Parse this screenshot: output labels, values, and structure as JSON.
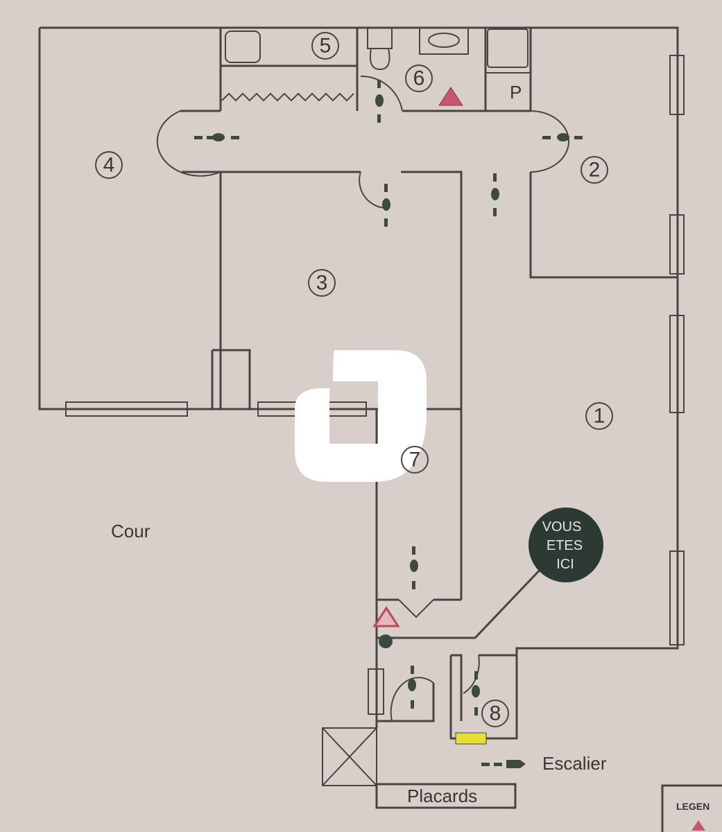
{
  "plan": {
    "rooms": [
      "1",
      "2",
      "3",
      "4",
      "5",
      "6",
      "7",
      "8"
    ],
    "courtyard_label": "Cour",
    "you_are_here": [
      "VOUS",
      "ETES",
      "ICI"
    ],
    "closet_label": "Placards",
    "parking_label": "P",
    "stairs_legend_label": "Escalier",
    "legend_title": "LEGEN"
  },
  "colors": {
    "background": "#d8cfcb",
    "walls": "#4a4341",
    "you_are_here": "#2d3a34",
    "warning": "#c9566e",
    "stairs": "#3e4a40",
    "electric": "#e6df3a"
  }
}
